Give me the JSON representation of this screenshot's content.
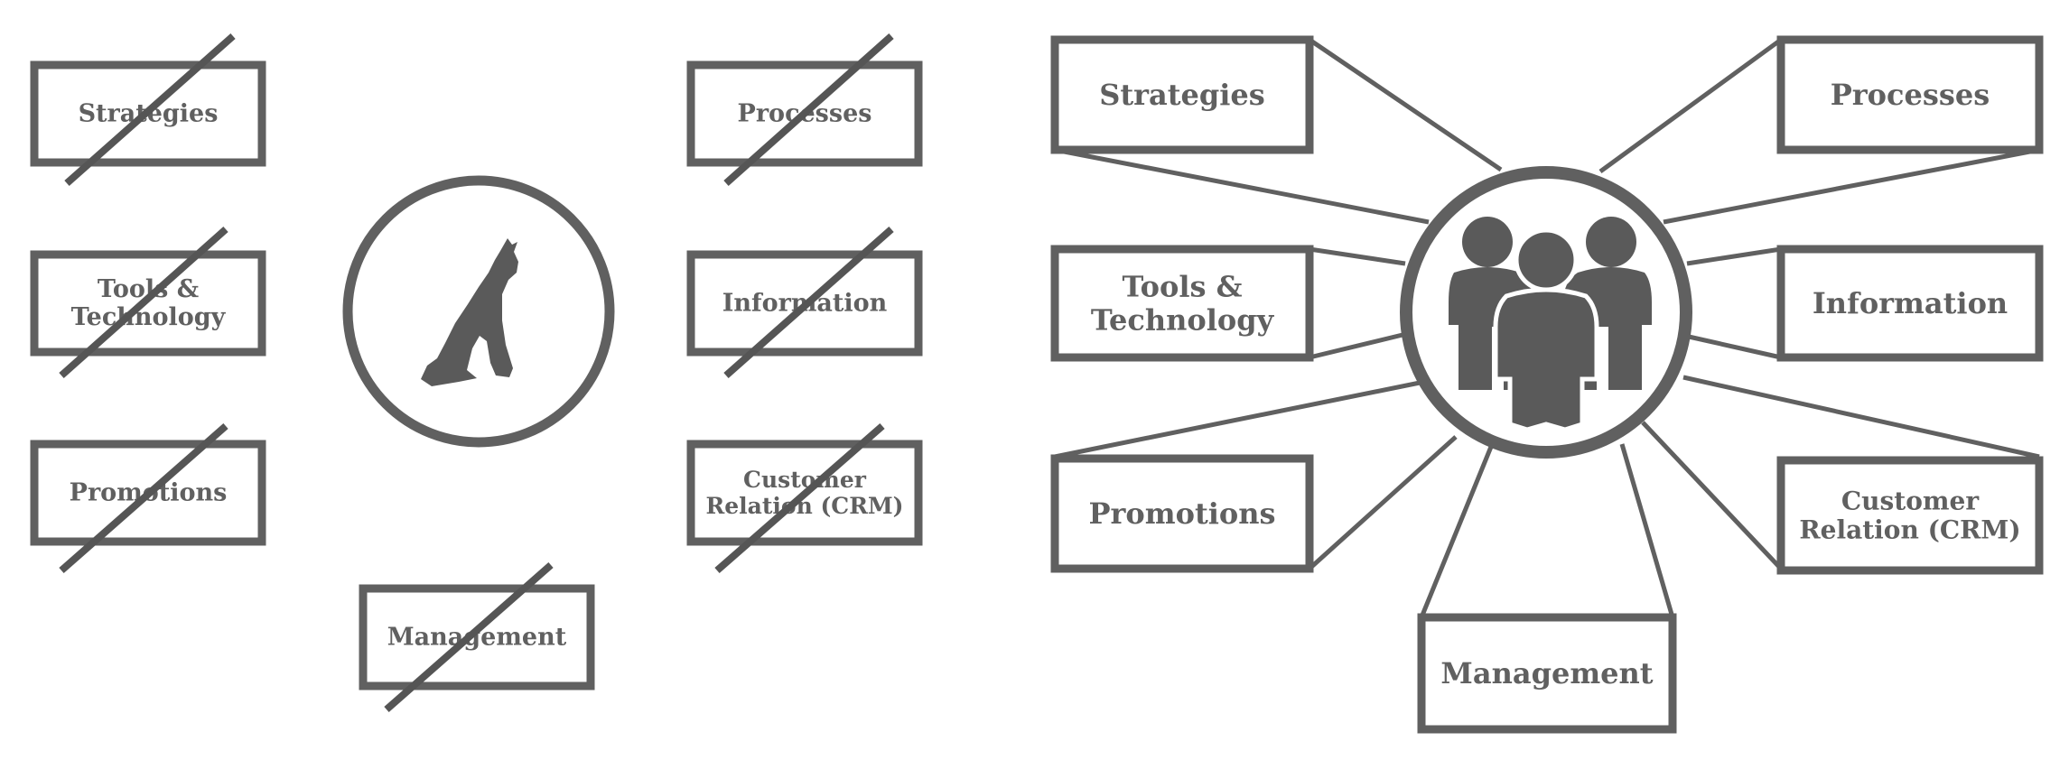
{
  "colors": {
    "stroke": "#606060",
    "icon": "#5a5a5a",
    "text": "#606060",
    "background": "#ffffff"
  },
  "left": {
    "center_icon": "howling-wolf-icon",
    "boxes": [
      {
        "id": "strategies",
        "lines": [
          "Strategies"
        ],
        "struck": true
      },
      {
        "id": "tools",
        "lines": [
          "Tools &",
          "Technology"
        ],
        "struck": true
      },
      {
        "id": "promotions",
        "lines": [
          "Promotions"
        ],
        "struck": true
      },
      {
        "id": "management",
        "lines": [
          "Management"
        ],
        "struck": true
      },
      {
        "id": "processes",
        "lines": [
          "Processes"
        ],
        "struck": true
      },
      {
        "id": "information",
        "lines": [
          "Information"
        ],
        "struck": true
      },
      {
        "id": "crm",
        "lines": [
          "Customer",
          "Relation (CRM)"
        ],
        "struck": true
      }
    ]
  },
  "right": {
    "center_icon": "team-people-icon",
    "boxes": [
      {
        "id": "strategies",
        "lines": [
          "Strategies"
        ]
      },
      {
        "id": "tools",
        "lines": [
          "Tools &",
          "Technology"
        ]
      },
      {
        "id": "promotions",
        "lines": [
          "Promotions"
        ]
      },
      {
        "id": "management",
        "lines": [
          "Management"
        ]
      },
      {
        "id": "processes",
        "lines": [
          "Processes"
        ]
      },
      {
        "id": "information",
        "lines": [
          "Information"
        ]
      },
      {
        "id": "crm",
        "lines": [
          "Customer",
          "Relation (CRM)"
        ]
      }
    ]
  }
}
